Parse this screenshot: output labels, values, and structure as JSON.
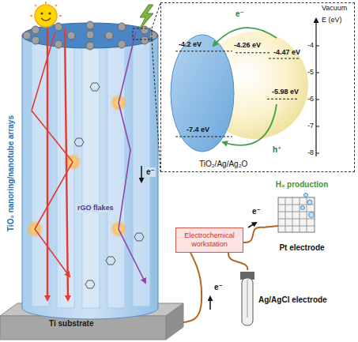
{
  "diagram": {
    "nodes": [
      {
        "text": [
          "TiO₂ nanoring/nanotube arrays"
        ]
      },
      {
        "text": [
          "Ti substrate"
        ]
      },
      {
        "text": [
          "TiO₂/Ag/Ag₂O"
        ]
      },
      {
        "text": [
          "Electrochemical workstation"
        ]
      },
      {
        "text": [
          "H₂ production",
          "Pt electrode"
        ]
      },
      {
        "text": [
          "Ag/AgCl electrode"
        ]
      }
    ],
    "edges": [
      {
        "from": 1,
        "to": 3,
        "arrow": "none",
        "label": "e⁻"
      },
      {
        "from": 3,
        "to": 4,
        "arrow": "none",
        "label": "e⁻"
      },
      {
        "from": 3,
        "to": 5,
        "arrow": "none"
      }
    ],
    "labels": [
      "Vacuum",
      "E (eV)",
      "-4",
      "-5",
      "-6",
      "-7",
      "-8",
      "-4.2 eV",
      "-4.26 eV",
      "-4.47 eV",
      "-5.98 eV",
      "-7.4 eV",
      "e⁻",
      "h⁺",
      "e⁻",
      "rGO flakes"
    ]
  }
}
